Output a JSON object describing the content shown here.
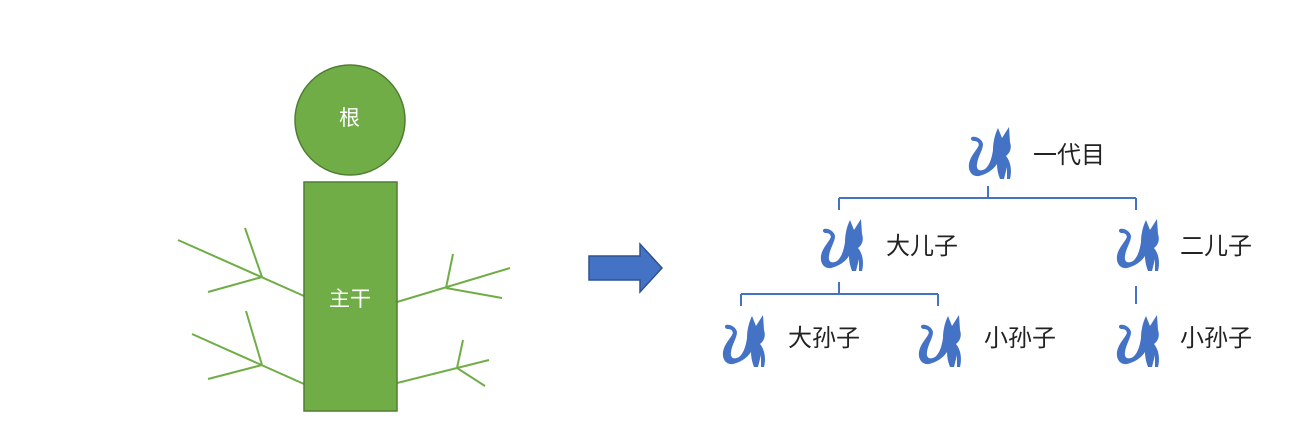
{
  "tree": {
    "root_label": "根",
    "trunk_label": "主干"
  },
  "family": {
    "gen1": "一代目",
    "son1": "大儿子",
    "son2": "二儿子",
    "grandson1": "大孙子",
    "grandson2": "小孙子",
    "grandson3": "小孙子"
  },
  "colors": {
    "green_fill": "#70ad47",
    "green_stroke": "#507e32",
    "branch": "#70ad47",
    "blue_line": "#4472c4",
    "cat": "#4472c4",
    "arrow_fill": "#4472c4",
    "arrow_stroke": "#2f528f"
  },
  "icons": {
    "person_node": "cat-icon",
    "transition": "right-arrow-icon"
  }
}
